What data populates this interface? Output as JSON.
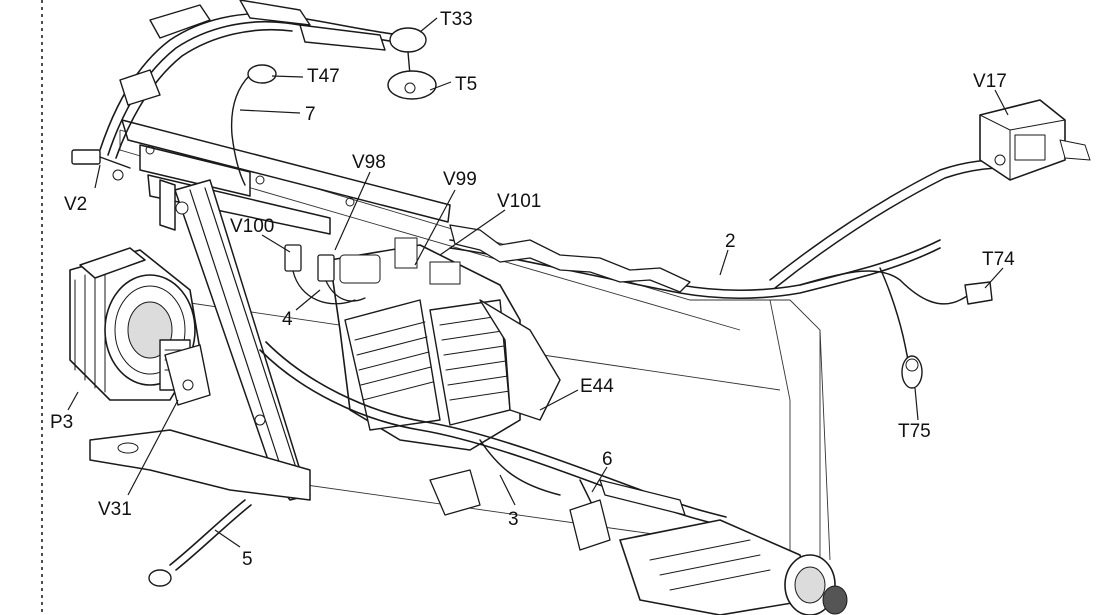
{
  "diagram": {
    "labels": {
      "T33": "T33",
      "T47": "T47",
      "T5": "T5",
      "n7": "7",
      "V17": "V17",
      "V98": "V98",
      "V99": "V99",
      "V101": "V101",
      "V2": "V2",
      "V100": "V100",
      "n2": "2",
      "T74": "T74",
      "n4": "4",
      "E44": "E44",
      "P3": "P3",
      "T75": "T75",
      "n6": "6",
      "V31": "V31",
      "n3": "3",
      "n5": "5"
    }
  }
}
